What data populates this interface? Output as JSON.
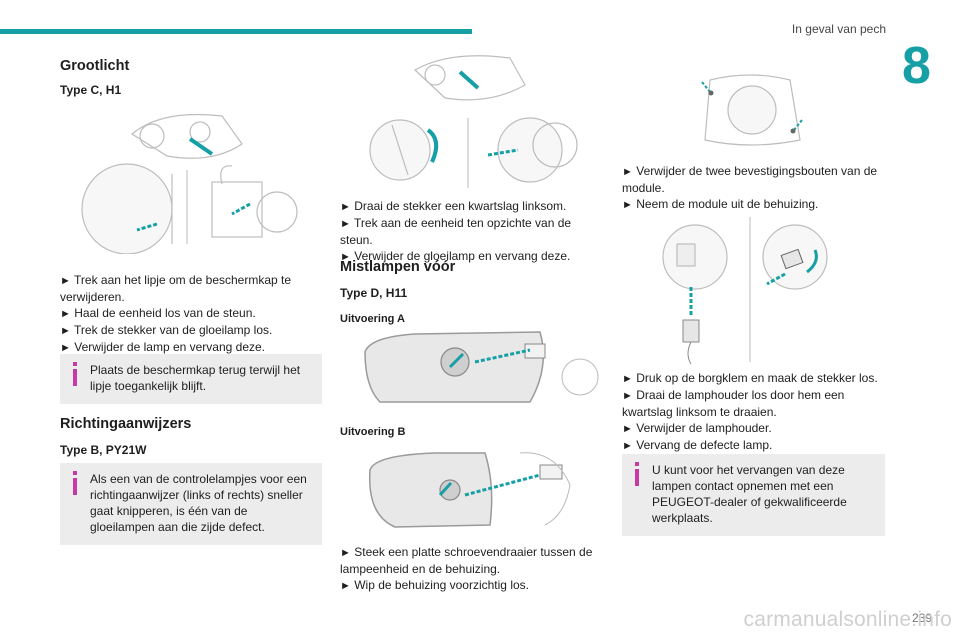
{
  "header": {
    "title": "In geval van pech",
    "chapter": "8",
    "page_number": "239"
  },
  "watermark": "carmanualsonline.info",
  "left": {
    "grootlicht_title": "Grootlicht",
    "grootlicht_type": "Type C, H1",
    "bullets1": [
      "Trek aan het lipje om de beschermkap te verwijderen.",
      "Haal de eenheid los van de steun.",
      "Trek de stekker van de gloeilamp los.",
      "Verwijder de lamp en vervang deze."
    ],
    "note1": "Plaats de beschermkap terug terwijl het lipje toegankelijk blijft.",
    "richting_title": "Richtingaanwijzers",
    "richting_type": "Type B, PY21W",
    "note2": "Als een van de controlelampjes voor een richtingaanwijzer (links of rechts) sneller gaat knipperen, is één van de gloeilampen aan die zijde defect."
  },
  "middle": {
    "bullets1": [
      "Draai de stekker een kwartslag linksom.",
      "Trek aan de eenheid ten opzichte van de steun.",
      "Verwijder de gloeilamp en vervang deze."
    ],
    "mist_title": "Mistlampen vóór",
    "mist_type": "Type D, H11",
    "uitvoering_a": "Uitvoering A",
    "uitvoering_b": "Uitvoering B",
    "bullets2": [
      "Steek een platte schroevendraaier tussen de lampeenheid en de behuizing.",
      "Wip de behuizing voorzichtig los."
    ]
  },
  "right": {
    "bullets1": [
      "Verwijder de twee bevestigingsbouten van de module.",
      "Neem de module uit de behuizing."
    ],
    "bullets2": [
      "Druk op de borgklem en maak de stekker los.",
      "Draai de lamphouder los door hem een kwartslag linksom te draaien.",
      "Verwijder de lamphouder.",
      "Vervang de defecte lamp."
    ],
    "note": "U kunt voor het vervangen van deze lampen contact opnemen met een PEUGEOT-dealer of gekwalificeerde werkplaats."
  },
  "bullet_symbol": "►",
  "colors": {
    "accent": "#16a0a6",
    "note_bg": "#ececec",
    "info_icon": "#c839a6"
  }
}
